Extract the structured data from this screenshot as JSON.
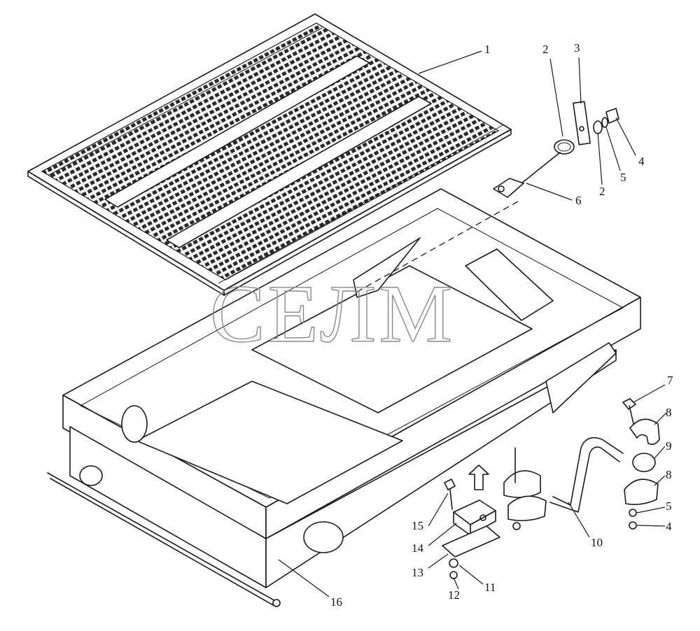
{
  "watermark": "СЕЛМ",
  "callouts": [
    {
      "id": "c1",
      "text": "1"
    },
    {
      "id": "c2a",
      "text": "2"
    },
    {
      "id": "c3",
      "text": "3"
    },
    {
      "id": "c4a",
      "text": "4"
    },
    {
      "id": "c5a",
      "text": "5"
    },
    {
      "id": "c2b",
      "text": "2"
    },
    {
      "id": "c6",
      "text": "6"
    },
    {
      "id": "c7",
      "text": "7"
    },
    {
      "id": "c8a",
      "text": "8"
    },
    {
      "id": "c9",
      "text": "9"
    },
    {
      "id": "c8b",
      "text": "8"
    },
    {
      "id": "c5b",
      "text": "5"
    },
    {
      "id": "c4b",
      "text": "4"
    },
    {
      "id": "c10",
      "text": "10"
    },
    {
      "id": "c15",
      "text": "15"
    },
    {
      "id": "c14",
      "text": "14"
    },
    {
      "id": "c13",
      "text": "13"
    },
    {
      "id": "c12",
      "text": "12"
    },
    {
      "id": "c11",
      "text": "11"
    },
    {
      "id": "c16",
      "text": "16"
    }
  ]
}
